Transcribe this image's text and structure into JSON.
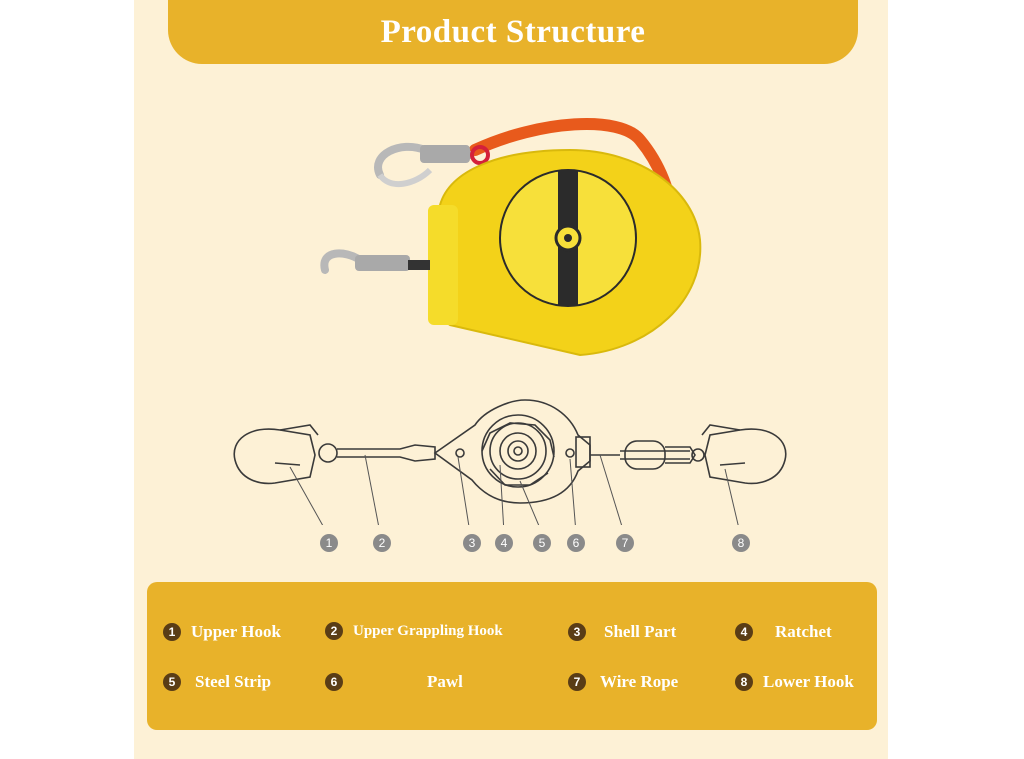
{
  "title": "Product Structure",
  "colors": {
    "banner": "#e8b22a",
    "background": "#fdf1d6",
    "product_yellow": "#f3d219",
    "lanyard_orange": "#e85a1c",
    "callout_gray": "#8a8a8a",
    "legend_number_brown": "#5a3d16"
  },
  "callouts": [
    "1",
    "2",
    "3",
    "4",
    "5",
    "6",
    "7",
    "8"
  ],
  "legend": [
    {
      "num": "1",
      "label": "Upper Hook"
    },
    {
      "num": "2",
      "label": "Upper Grappling Hook"
    },
    {
      "num": "3",
      "label": "Shell Part"
    },
    {
      "num": "4",
      "label": "Ratchet"
    },
    {
      "num": "5",
      "label": "Steel Strip"
    },
    {
      "num": "6",
      "label": "Pawl"
    },
    {
      "num": "7",
      "label": "Wire Rope"
    },
    {
      "num": "8",
      "label": "Lower Hook"
    }
  ]
}
